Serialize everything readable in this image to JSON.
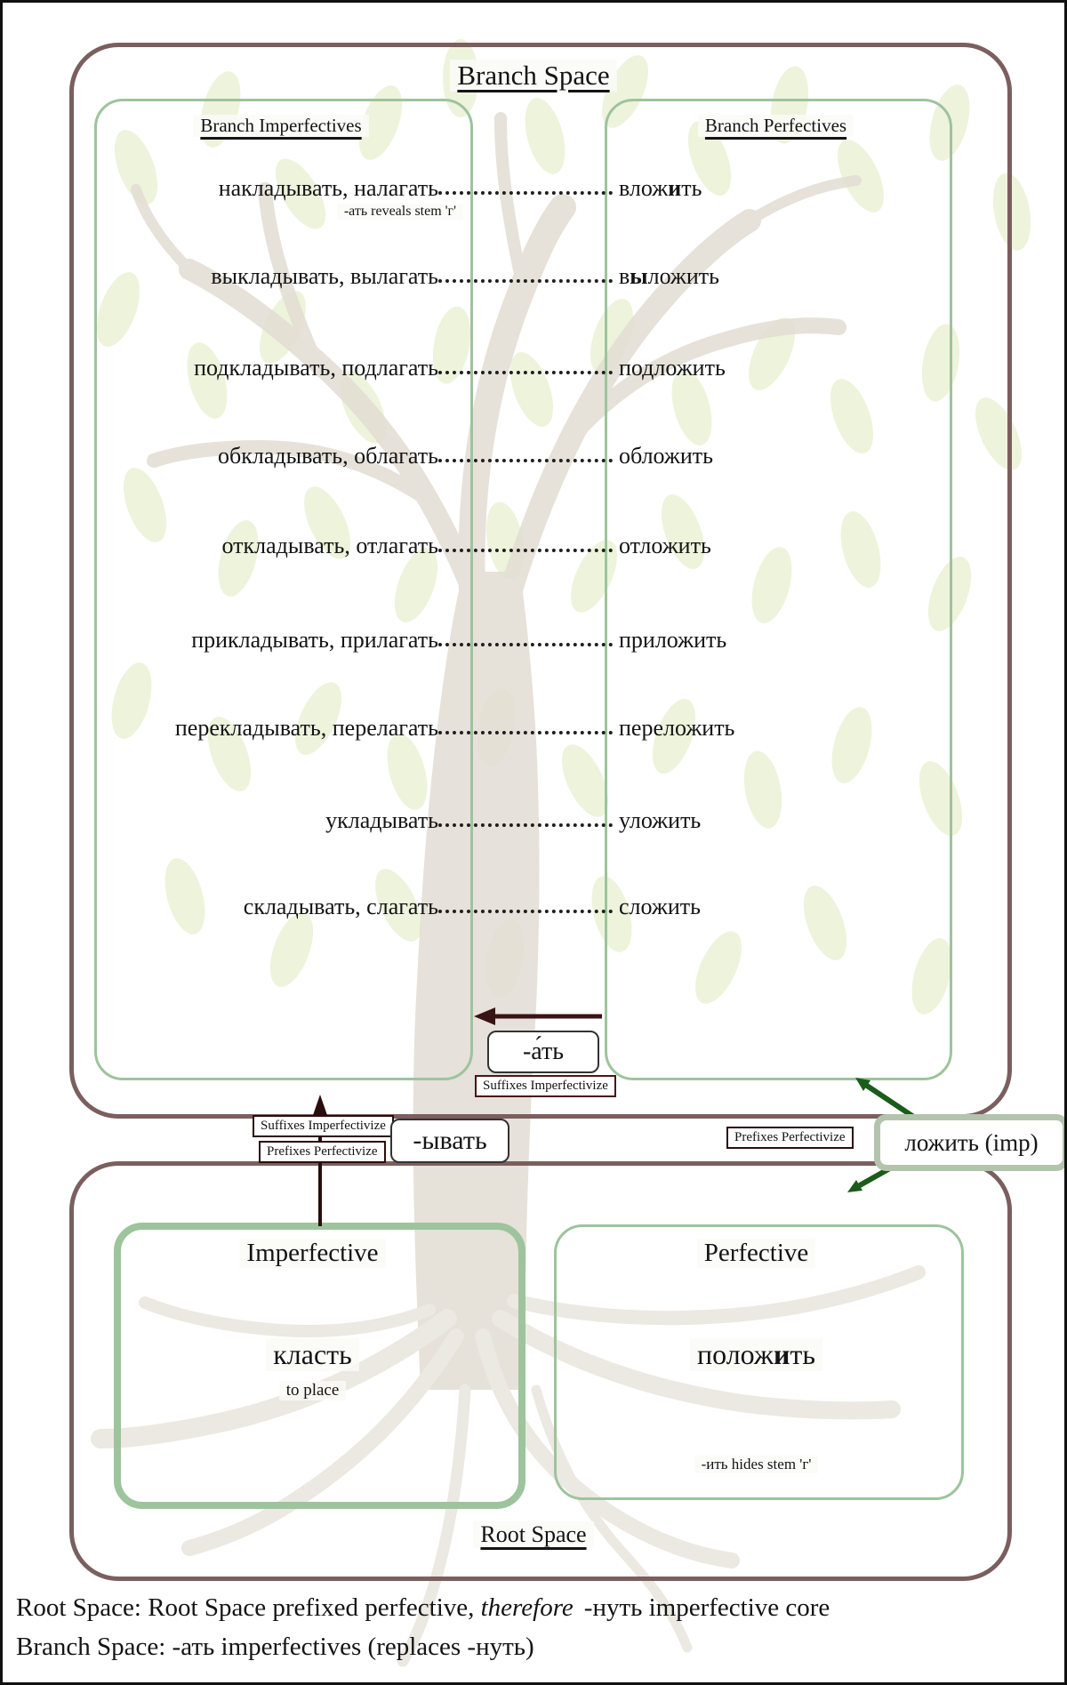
{
  "branch_space": {
    "title": "Branch Space",
    "left_header": "Branch Imperfectives",
    "right_header": "Branch Perfectives",
    "rows": [
      {
        "left": "накладывать, налагать",
        "right_pre": "влож",
        "right_bold": "и",
        "right_post": "ть",
        "note": "-ать reveals stem 'г'"
      },
      {
        "left": "выкладывать, вылагать",
        "right_pre": "в",
        "right_bold": "ы",
        "right_post": "ложить"
      },
      {
        "left": "подкладывать, подлагать",
        "right_pre": "подложить",
        "right_bold": "",
        "right_post": ""
      },
      {
        "left": "обкладывать, облагать",
        "right_pre": "обложить",
        "right_bold": "",
        "right_post": ""
      },
      {
        "left": "откладывать, отлагать",
        "right_pre": "отложить",
        "right_bold": "",
        "right_post": ""
      },
      {
        "left": "прикладывать, прилагать",
        "right_pre": "приложить",
        "right_bold": "",
        "right_post": ""
      },
      {
        "left": "перекладывать, перелагать",
        "right_pre": "переложить",
        "right_bold": "",
        "right_post": ""
      },
      {
        "left": "укладывать",
        "right_pre": "уложить",
        "right_bold": "",
        "right_post": ""
      },
      {
        "left": "складывать, слагать",
        "right_pre": "сложить",
        "right_bold": "",
        "right_post": ""
      }
    ],
    "suffix_label": "-а́ть",
    "suffix_caption": "Suffixes Imperfectivize"
  },
  "mid": {
    "left_caption_top": "Suffixes Imperfectivize",
    "left_caption_bottom": "Prefixes Perfectivize",
    "yvat_label": "-ывать",
    "right_caption": "Prefixes Perfectivize",
    "lozhit_label": "ложить (imp)"
  },
  "root_space": {
    "title": "Root Space",
    "left": {
      "header": "Imperfective",
      "verb": "класть",
      "gloss": "to place"
    },
    "right": {
      "header": "Perfective",
      "verb_pre": "полож",
      "verb_bold": "и",
      "verb_post": "ть",
      "note": "-ить hides stem 'г'"
    }
  },
  "footer": {
    "line1_pre": "Root Space: Root Space prefixed perfective, ",
    "line1_italic": "therefore",
    "line1_post": "-нуть imperfective core",
    "line2": "Branch Space: -ать imperfectives (replaces -нуть)"
  },
  "colors": {
    "container_border": "#7b5f5f",
    "column_border": "#9dc49c",
    "lozhit_border": "#b3c4ad",
    "dark_arrow": "#2a0d0d",
    "maroon_arrow": "#3a1414",
    "green_arrow": "#1a5c1a"
  }
}
